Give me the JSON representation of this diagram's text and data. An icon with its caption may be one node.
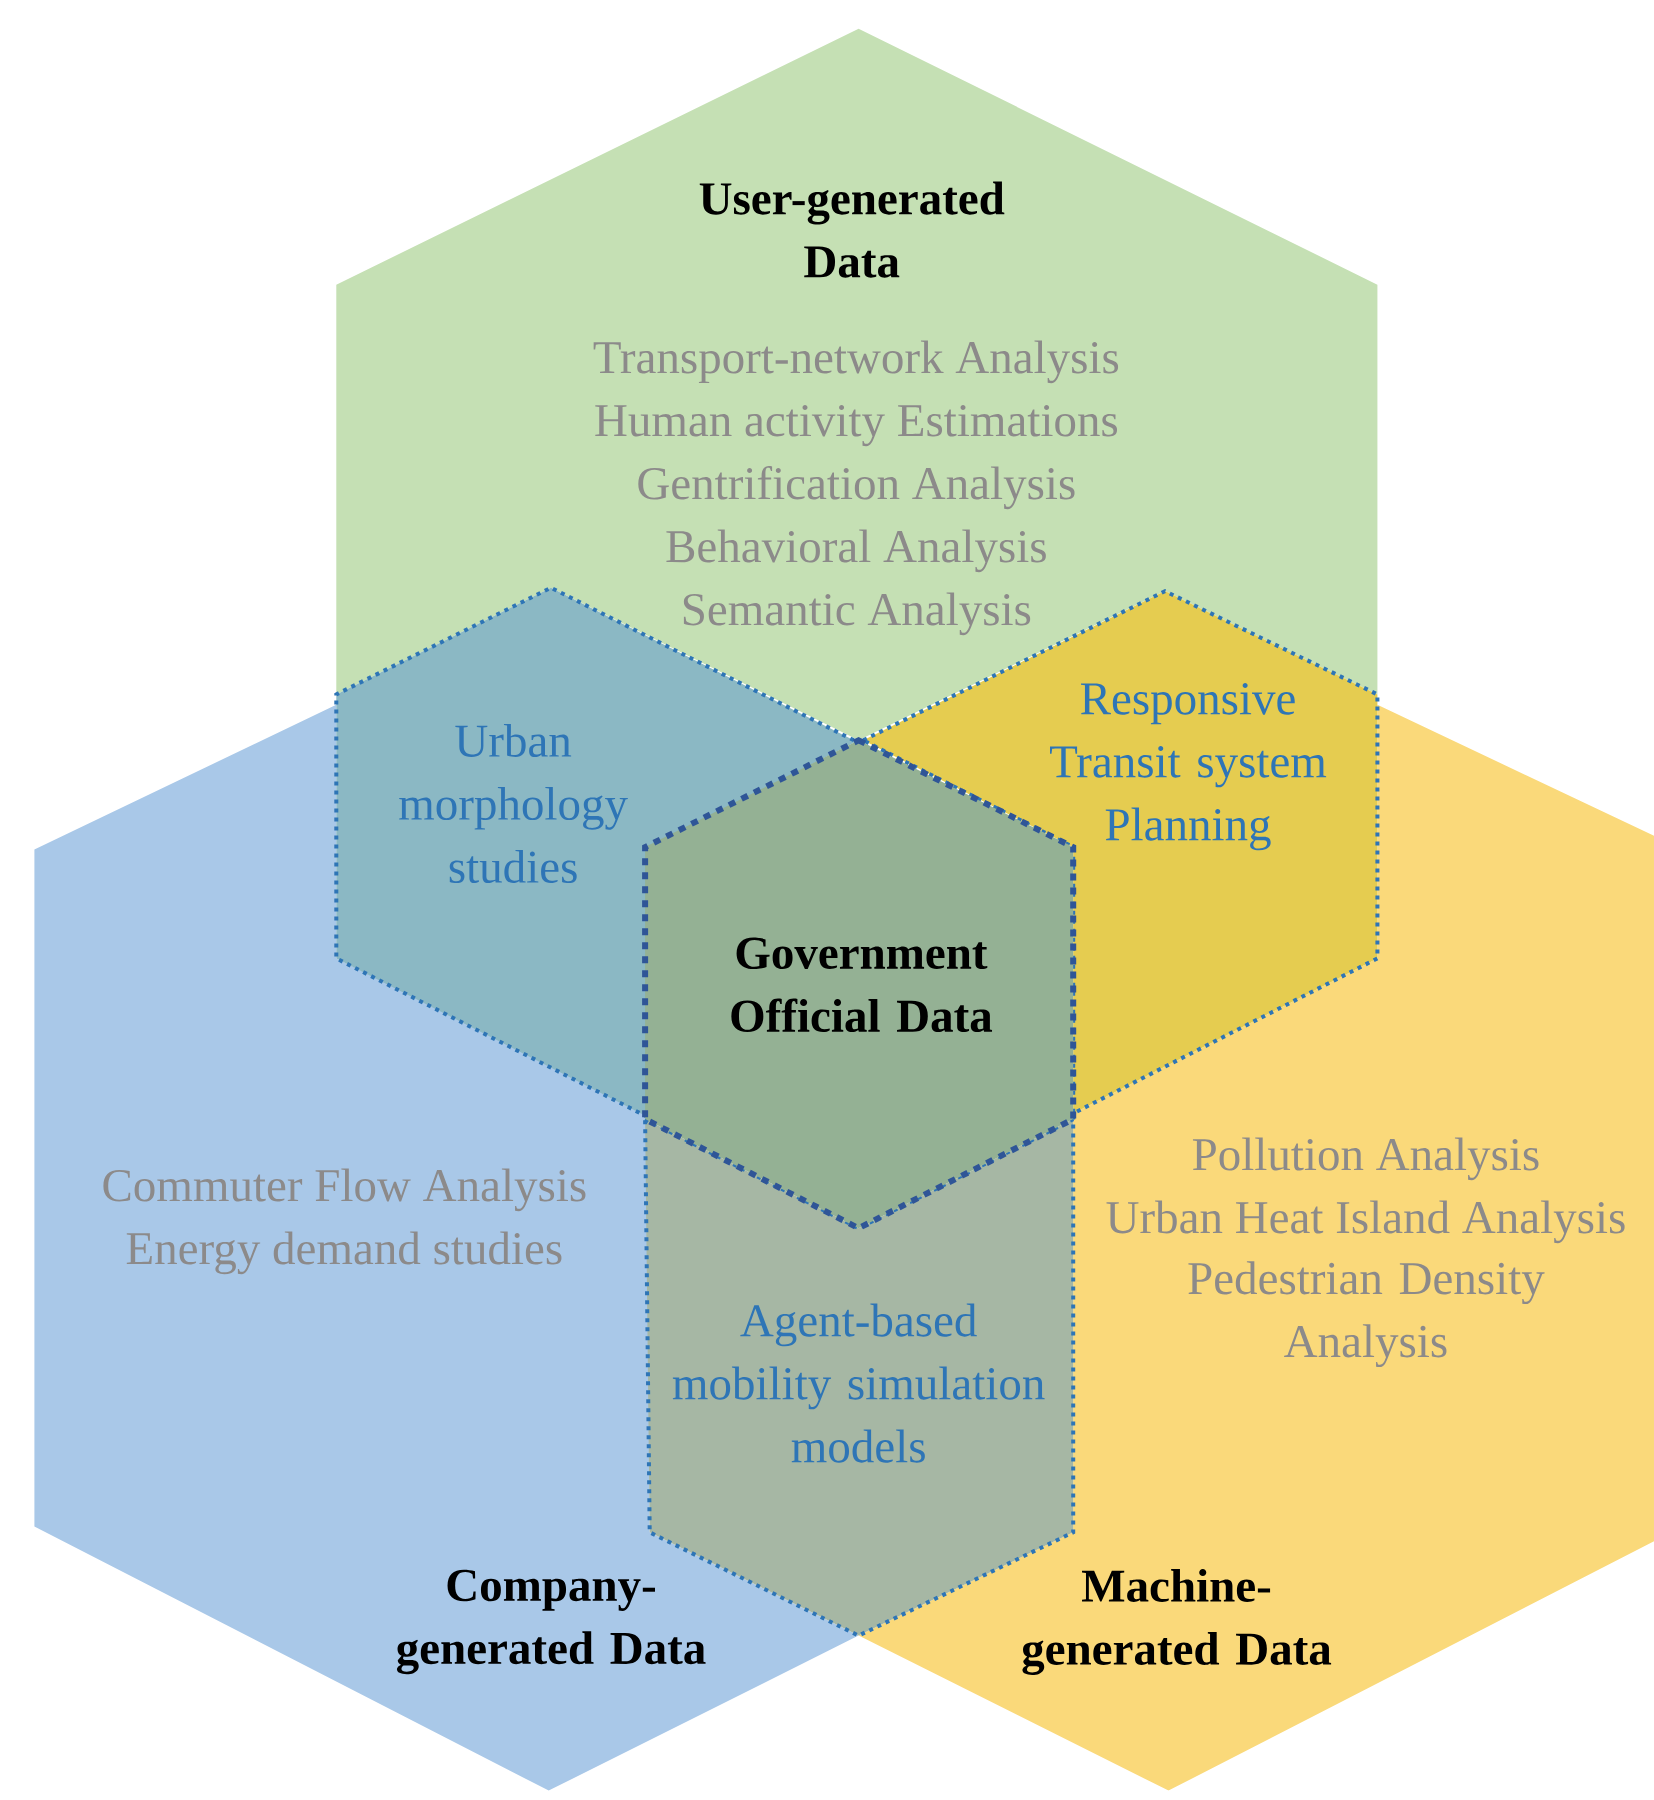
{
  "diagram": {
    "nodes": [
      {
        "text": [
          "User-generated Data",
          "Transport-network Analysis",
          "Human activity Estimations",
          "Gentrification Analysis",
          "Behavioral Analysis",
          "Semantic Analysis"
        ]
      },
      {
        "text": [
          "Commuter Flow Analysis",
          "Energy demand studies",
          "Company-generated Data"
        ]
      },
      {
        "text": [
          "Pollution Analysis",
          "Urban Heat Island Analysis",
          "Pedestrian Density Analysis",
          "Machine-generated Data"
        ]
      },
      {
        "text": [
          "Urban morphology studies"
        ]
      },
      {
        "text": [
          "Responsive Transit system Planning"
        ]
      },
      {
        "text": [
          "Government Official Data"
        ]
      },
      {
        "text": [
          "Agent-based mobility simulation models"
        ]
      }
    ]
  }
}
